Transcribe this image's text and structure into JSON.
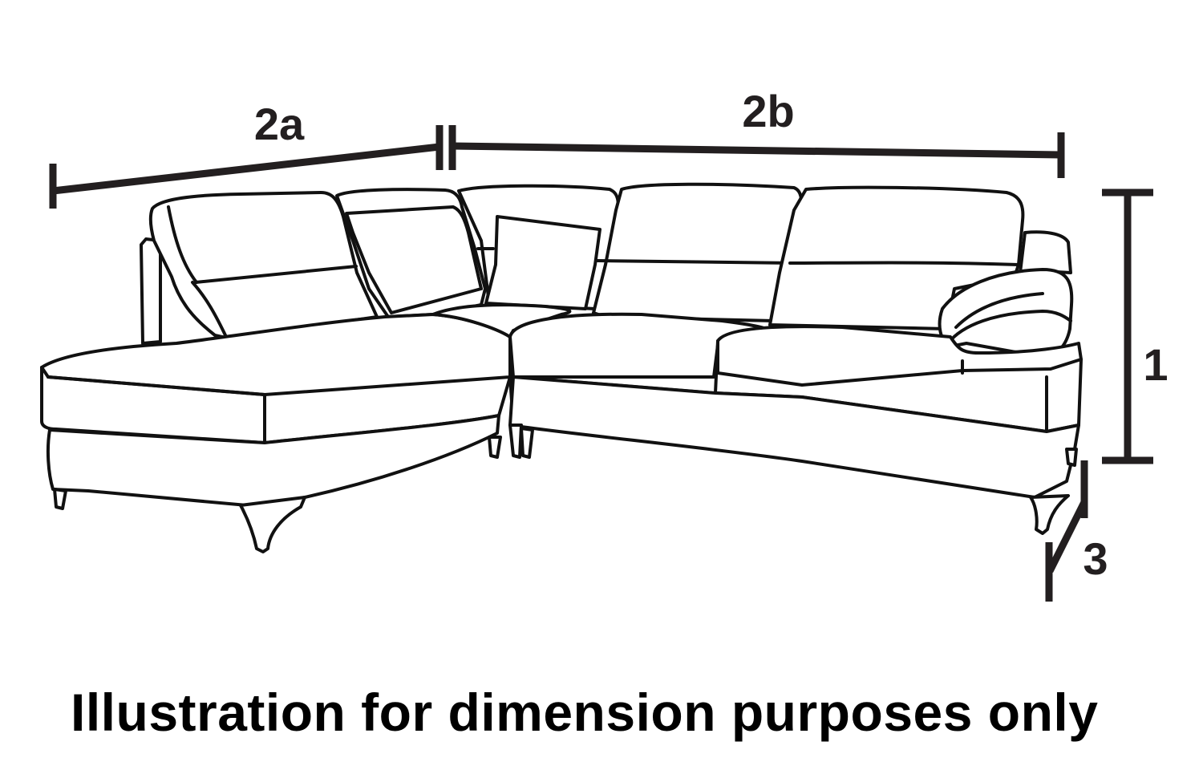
{
  "dimensions": {
    "depth_chaise_label": "2a",
    "width_label": "2b",
    "height_label": "1",
    "seat_depth_label": "3"
  },
  "caption": "Illustration for dimension purposes only",
  "colors": {
    "ink": "#231f20",
    "line": "#111111",
    "background": "#ffffff"
  }
}
